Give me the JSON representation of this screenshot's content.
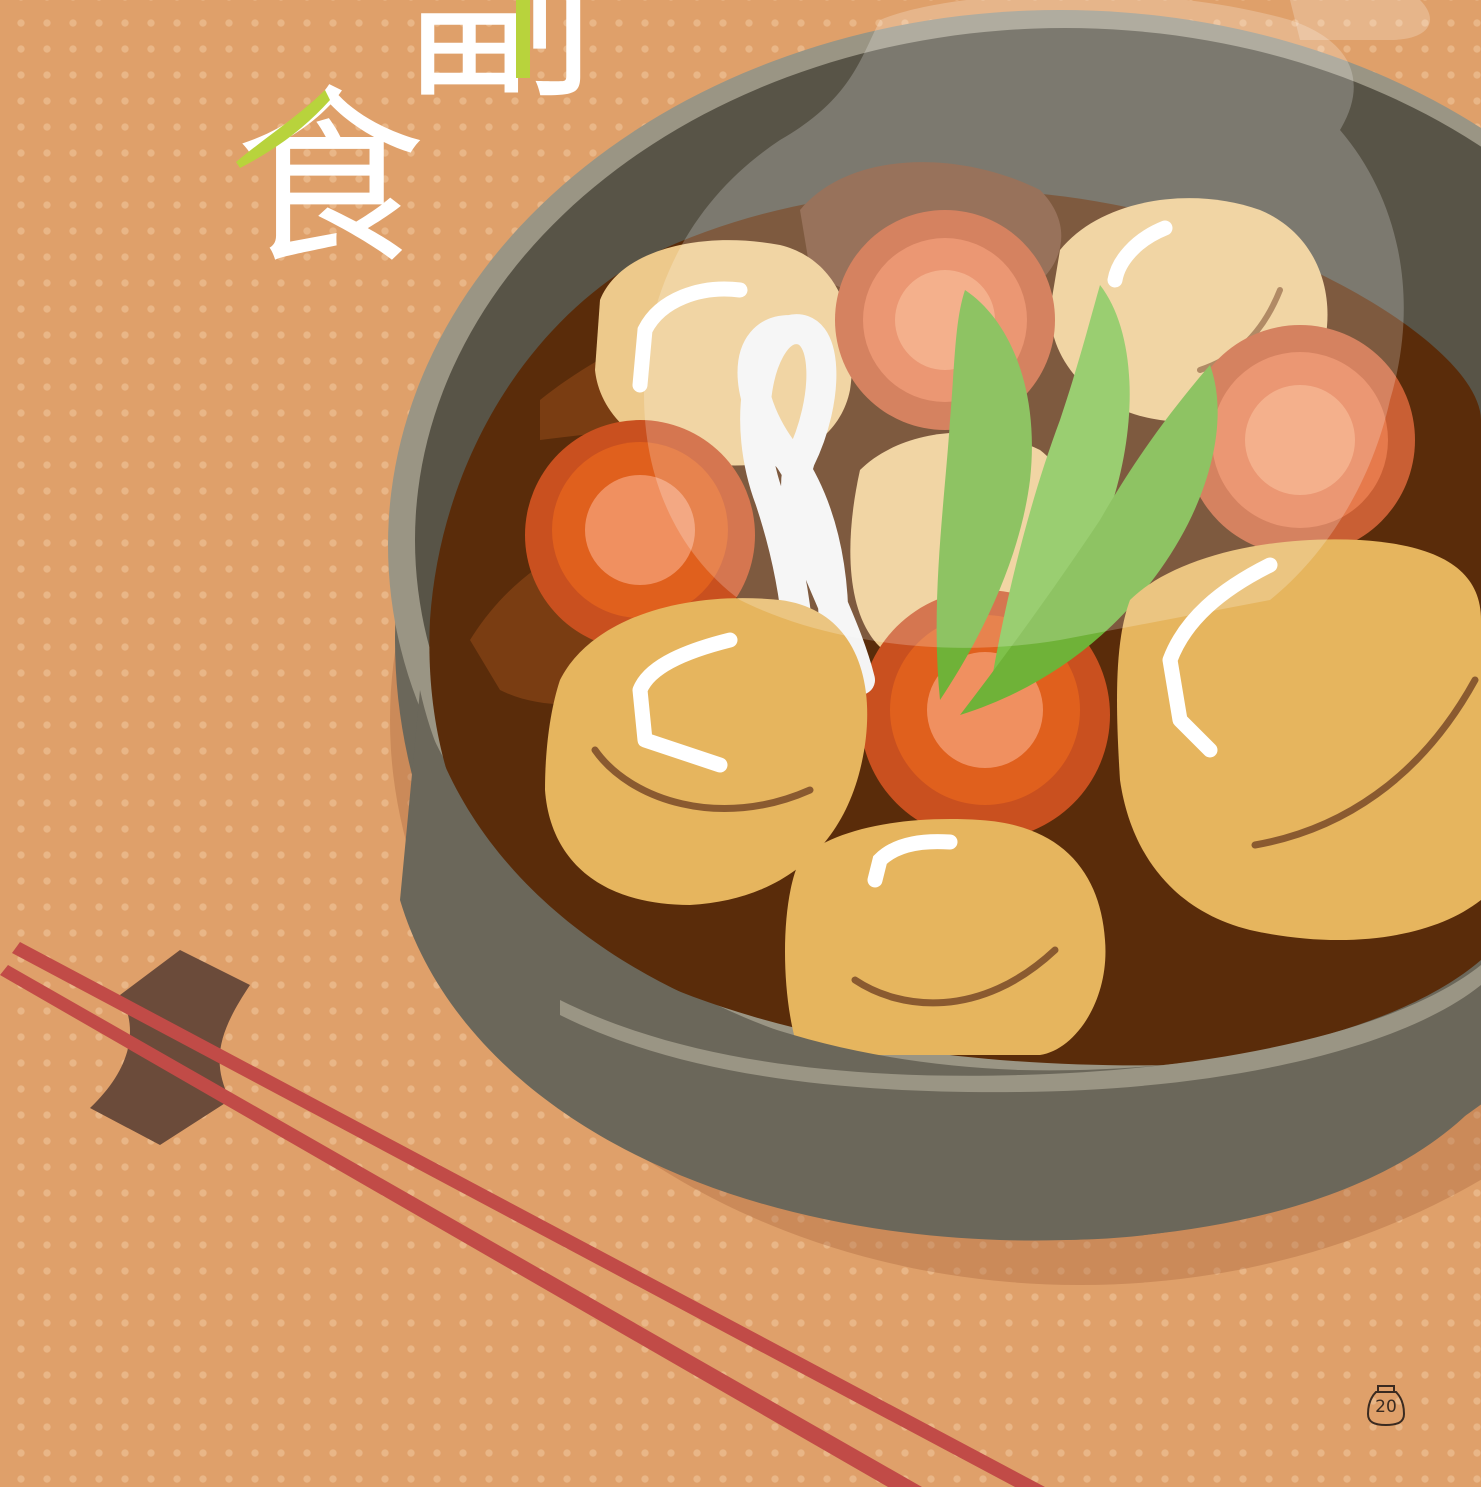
{
  "title": {
    "char1": "副",
    "char2": "食"
  },
  "page_number": "20",
  "colors": {
    "background": "#dfa06a",
    "bowl": "#6b675a",
    "broth": "#5a2c0a",
    "potato": "#e6b55e",
    "carrot": "#e0601d",
    "snow_pea": "#6fb238",
    "chopsticks": "#c14b47",
    "chopstick_rest": "#6b4b3a"
  }
}
